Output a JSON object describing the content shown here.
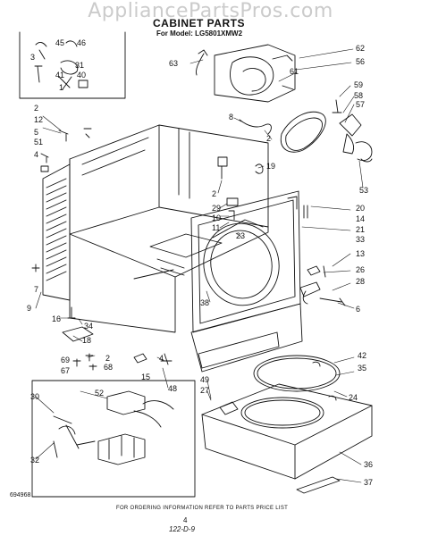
{
  "watermark": "AppliancePartsPros.com",
  "title": "CABINET PARTS",
  "model_line": "For Model: LG5801XMW2",
  "footer_note": "FOR ORDERING INFORMATION REFER TO PARTS PRICE LIST",
  "page_number": "4",
  "document_code": "122-D-9",
  "reference_code": "694968",
  "part_labels": [
    "45",
    "46",
    "3",
    "31",
    "41",
    "40",
    "1",
    "62",
    "63",
    "56",
    "61",
    "59",
    "58",
    "57",
    "8",
    "2",
    "53",
    "2",
    "12",
    "5",
    "51",
    "4",
    "19",
    "2",
    "29",
    "10",
    "11",
    "20",
    "14",
    "21",
    "23",
    "13",
    "33",
    "26",
    "28",
    "6",
    "38",
    "9",
    "7",
    "16",
    "34",
    "18",
    "2",
    "69",
    "68",
    "67",
    "15",
    "48",
    "4",
    "42",
    "35",
    "24",
    "52",
    "30",
    "32",
    "49",
    "27",
    "36",
    "37"
  ]
}
